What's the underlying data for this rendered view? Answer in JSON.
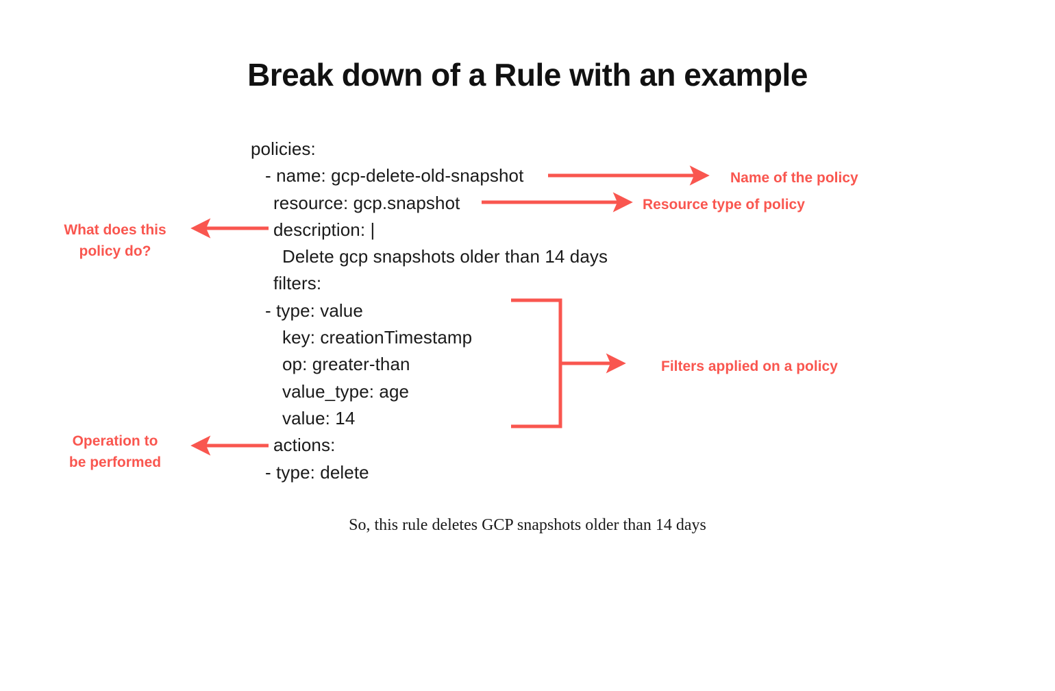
{
  "theme": {
    "background": "#ffffff",
    "text_color": "#1a1a1a",
    "title_color": "#111111",
    "accent_color": "#f9564f"
  },
  "title": "Break down of a Rule with an example",
  "code": {
    "language": "yaml",
    "lines": [
      {
        "indent": 0,
        "text": "policies:"
      },
      {
        "indent": 1,
        "text": "- name: gcp-delete-old-snapshot"
      },
      {
        "indent": 2,
        "text": "resource: gcp.snapshot"
      },
      {
        "indent": 2,
        "text": "description: |"
      },
      {
        "indent": 3,
        "text": "Delete gcp snapshots older than 14 days"
      },
      {
        "indent": 2,
        "text": "filters:"
      },
      {
        "indent": 1,
        "text": "- type: value"
      },
      {
        "indent": 3,
        "text": "key: creationTimestamp"
      },
      {
        "indent": 3,
        "text": "op: greater-than"
      },
      {
        "indent": 3,
        "text": "value_type: age"
      },
      {
        "indent": 3,
        "text": "value: 14"
      },
      {
        "indent": 2,
        "text": "actions:"
      },
      {
        "indent": 1,
        "text": "- type: delete"
      }
    ]
  },
  "annotations": {
    "name_of_policy": "Name of the policy",
    "resource_type": "Resource type of policy",
    "filters_applied": "Filters applied on a policy",
    "what_does_this_policy_do": "What does this\npolicy do?",
    "operation_to_be_performed": "Operation to\nbe performed"
  },
  "caption": "So, this rule deletes GCP snapshots older than 14 days"
}
